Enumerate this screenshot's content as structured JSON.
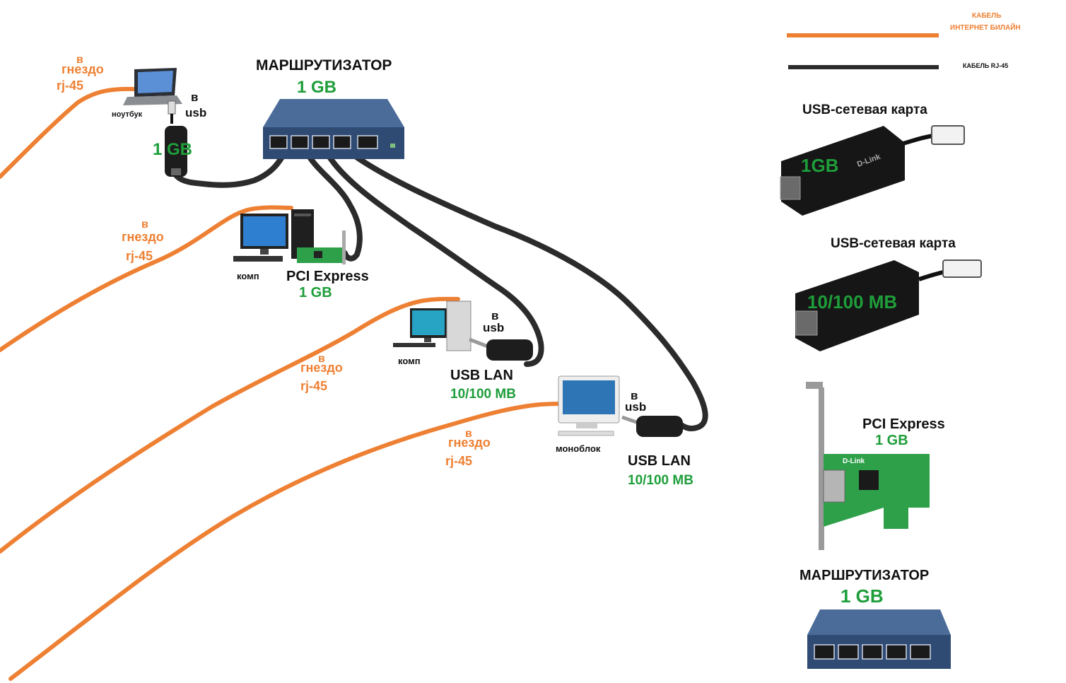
{
  "legend": {
    "internet_cable": "КАБЕЛЬ ИНТЕРНЕТ БИЛАЙН",
    "internet_cable_line1": "КАБЕЛЬ",
    "internet_cable_line2": "ИНТЕРНЕТ БИЛАЙН",
    "rj45_cable": "КАБЕЛЬ RJ-45"
  },
  "colors": {
    "internet_cable": "#ee8033",
    "rj45_cable": "#2b2b2b",
    "label_green": "#1e9e3a",
    "label_orange": "#ee8033",
    "router_body": "#3a5a86",
    "pcb_green": "#2fa04a"
  },
  "router": {
    "title": "МАРШРУТИЗАТОР",
    "speed": "1 GB"
  },
  "laptop": {
    "label": "ноутбук",
    "usb_label_1": "в",
    "usb_label_2": "usb",
    "adapter_speed": "1 GB",
    "socket_1": "в",
    "socket_2": "гнездо",
    "socket_3": "rj-45"
  },
  "pc1": {
    "label": "комп",
    "card": "PCI Express",
    "card_speed": "1 GB",
    "socket_1": "в",
    "socket_2": "гнездо",
    "socket_3": "rj-45"
  },
  "pc2": {
    "label": "комп",
    "usb_label_1": "в",
    "usb_label_2": "usb",
    "adapter": "USB LAN",
    "adapter_speed": "10/100 MB",
    "socket_1": "в",
    "socket_2": "гнездо",
    "socket_3": "rj-45"
  },
  "aio": {
    "label": "моноблок",
    "usb_label_1": "в",
    "usb_label_2": "usb",
    "adapter": "USB LAN",
    "adapter_speed": "10/100 MB",
    "socket_1": "в",
    "socket_2": "гнездо",
    "socket_3": "rj-45"
  },
  "side_panel": {
    "usb_card_1_title": "USB-сетевая карта",
    "usb_card_1_speed": "1GB",
    "usb_card_2_title": "USB-сетевая карта",
    "usb_card_2_speed": "10/100 MB",
    "pci_title": "PCI Express",
    "pci_speed": "1 GB",
    "router_title": "МАРШРУТИЗАТОР",
    "router_speed": "1 GB",
    "brand": "D-Link"
  }
}
